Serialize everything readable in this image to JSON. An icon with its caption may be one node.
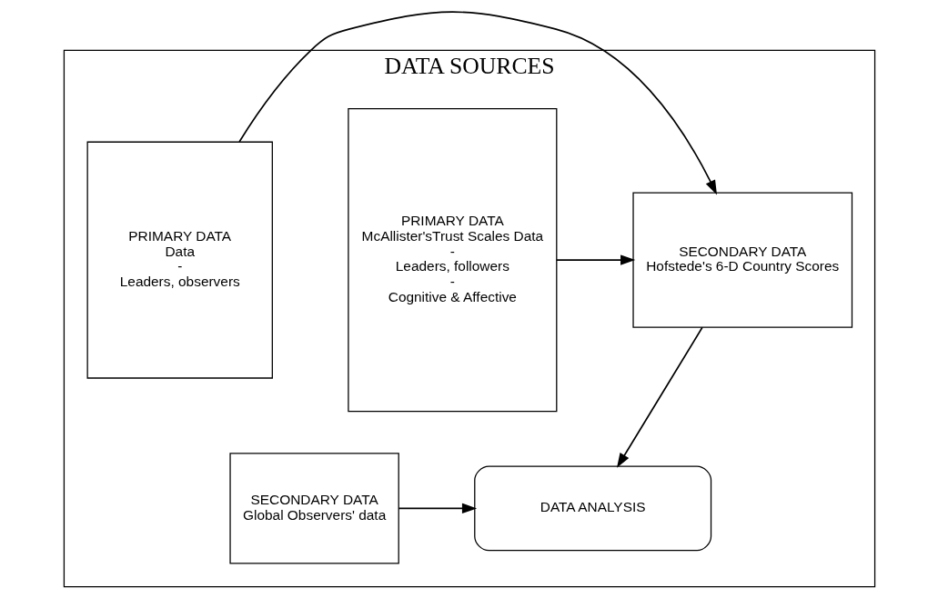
{
  "diagram": {
    "nodes": [
      {
        "text": [
          "DATA SOURCES"
        ]
      },
      {
        "text": [
          "PRIMARY DATA",
          "McAllister'sTrust Scales Data",
          "-",
          "Leaders, followers",
          "-",
          "Cognitive & Affective"
        ],
        "in": 0
      },
      {
        "text": [
          "SECONDARY DATA",
          "Hofstede's 6-D Country Scores"
        ],
        "in": 0
      },
      {
        "text": [
          "PRIMARY DATA",
          "Data",
          "-",
          "Leaders, observers"
        ],
        "in": 0
      },
      {
        "text": [
          "DATA ANALYSIS"
        ],
        "in": 0
      },
      {
        "text": [
          "SECONDARY DATA",
          "Global Observers' data"
        ],
        "in": 0
      }
    ],
    "edges": [
      {
        "from": 1,
        "to": 2,
        "arrow": "to"
      },
      {
        "from": 3,
        "to": 2,
        "arrow": "to"
      },
      {
        "from": 2,
        "to": 4,
        "arrow": "to"
      },
      {
        "from": 5,
        "to": 4,
        "arrow": "to"
      }
    ]
  }
}
